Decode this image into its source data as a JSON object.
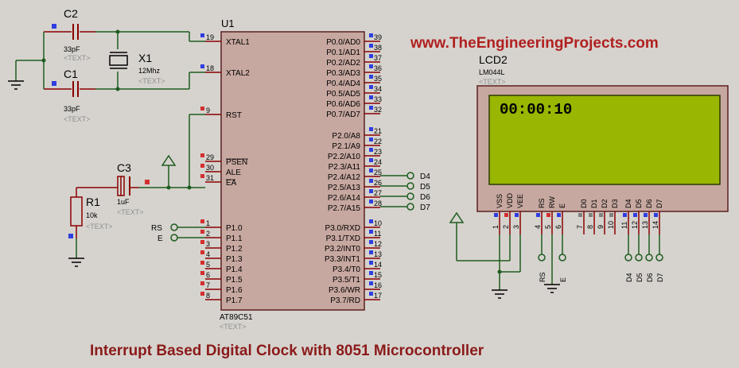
{
  "site_banner": "www.TheEngineeringProjects.com",
  "caption": "Interrupt Based Digital Clock with 8051 Microcontroller",
  "placeholder_text": "<TEXT>",
  "colors": {
    "background": "#d6d3ce",
    "chip_fill": "#c7a8a0",
    "lcd_screen": "#99b600",
    "wire": "#1e5c1e",
    "pin": "#8a0000",
    "banner": "#b02020",
    "caption": "#8b1a1a"
  },
  "mcu": {
    "ref": "U1",
    "part": "AT89C51",
    "left_pins": [
      {
        "num": "19",
        "name": "XTAL1"
      },
      {
        "num": "18",
        "name": "XTAL2"
      },
      {
        "num": "9",
        "name": "RST"
      },
      {
        "num": "29",
        "name": "PSEN"
      },
      {
        "num": "30",
        "name": "ALE"
      },
      {
        "num": "31",
        "name": "EA"
      },
      {
        "num": "1",
        "name": "P1.0"
      },
      {
        "num": "2",
        "name": "P1.1"
      },
      {
        "num": "3",
        "name": "P1.2"
      },
      {
        "num": "4",
        "name": "P1.3"
      },
      {
        "num": "5",
        "name": "P1.4"
      },
      {
        "num": "6",
        "name": "P1.5"
      },
      {
        "num": "7",
        "name": "P1.6"
      },
      {
        "num": "8",
        "name": "P1.7"
      }
    ],
    "right_pins": [
      {
        "num": "39",
        "name": "P0.0/AD0"
      },
      {
        "num": "38",
        "name": "P0.1/AD1"
      },
      {
        "num": "37",
        "name": "P0.2/AD2"
      },
      {
        "num": "36",
        "name": "P0.3/AD3"
      },
      {
        "num": "35",
        "name": "P0.4/AD4"
      },
      {
        "num": "34",
        "name": "P0.5/AD5"
      },
      {
        "num": "33",
        "name": "P0.6/AD6"
      },
      {
        "num": "32",
        "name": "P0.7/AD7"
      },
      {
        "num": "21",
        "name": "P2.0/A8"
      },
      {
        "num": "22",
        "name": "P2.1/A9"
      },
      {
        "num": "23",
        "name": "P2.2/A10"
      },
      {
        "num": "24",
        "name": "P2.3/A11"
      },
      {
        "num": "25",
        "name": "P2.4/A12"
      },
      {
        "num": "26",
        "name": "P2.5/A13"
      },
      {
        "num": "27",
        "name": "P2.6/A14"
      },
      {
        "num": "28",
        "name": "P2.7/A15"
      },
      {
        "num": "10",
        "name": "P3.0/RXD"
      },
      {
        "num": "11",
        "name": "P3.1/TXD"
      },
      {
        "num": "12",
        "name": "P3.2/INT0"
      },
      {
        "num": "13",
        "name": "P3.3/INT1"
      },
      {
        "num": "14",
        "name": "P3.4/T0"
      },
      {
        "num": "15",
        "name": "P3.5/T1"
      },
      {
        "num": "16",
        "name": "P3.6/WR"
      },
      {
        "num": "17",
        "name": "P3.7/RD"
      }
    ]
  },
  "components": {
    "c2": {
      "ref": "C2",
      "value": "33pF"
    },
    "c1": {
      "ref": "C1",
      "value": "33pF"
    },
    "x1": {
      "ref": "X1",
      "value": "12Mhz"
    },
    "c3": {
      "ref": "C3",
      "value": "1uF"
    },
    "r1": {
      "ref": "R1",
      "value": "10k"
    }
  },
  "terminals_mcu": {
    "rs": "RS",
    "e": "E",
    "d4": "D4",
    "d5": "D5",
    "d6": "D6",
    "d7": "D7"
  },
  "lcd": {
    "ref": "LCD2",
    "part": "LM044L",
    "display_text": "00:00:10",
    "pins": [
      {
        "name": "VSS",
        "num": "1"
      },
      {
        "name": "VDD",
        "num": "2"
      },
      {
        "name": "VEE",
        "num": "3"
      },
      {
        "name": "RS",
        "num": "4"
      },
      {
        "name": "RW",
        "num": "5"
      },
      {
        "name": "E",
        "num": "6"
      },
      {
        "name": "D0",
        "num": "7"
      },
      {
        "name": "D1",
        "num": "8"
      },
      {
        "name": "D2",
        "num": "9"
      },
      {
        "name": "D3",
        "num": "10"
      },
      {
        "name": "D4",
        "num": "11"
      },
      {
        "name": "D5",
        "num": "12"
      },
      {
        "name": "D6",
        "num": "13"
      },
      {
        "name": "D7",
        "num": "14"
      }
    ],
    "bottom_terminals": [
      "RS",
      "E",
      "D4",
      "D5",
      "D6",
      "D7"
    ]
  }
}
